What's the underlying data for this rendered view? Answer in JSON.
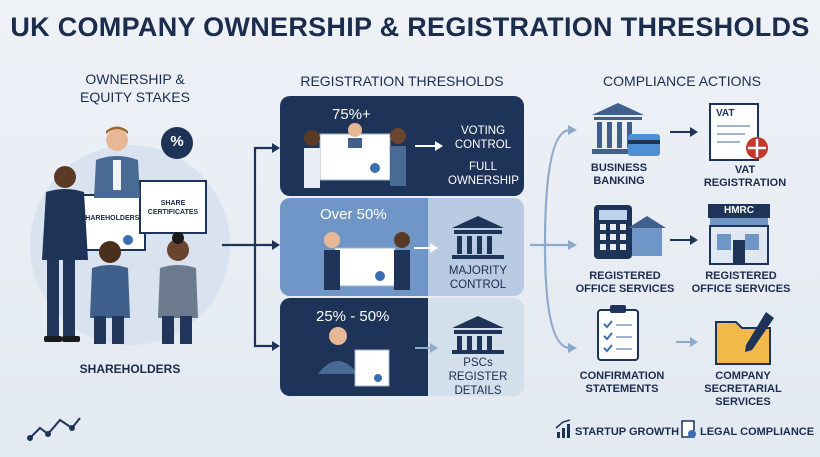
{
  "title": "UK COMPANY OWNERSHIP & REGISTRATION THRESHOLDS",
  "columns": {
    "ownership": [
      "OWNERSHIP &",
      "EQUITY STAKES"
    ],
    "thresholds": "REGISTRATION THRESHOLDS",
    "compliance": "COMPLIANCE ACTIONS"
  },
  "ownership": {
    "percent_badge": "%",
    "board1": "SHAREHOLDERS",
    "board2": [
      "SHARE",
      "CERTIFICATES"
    ],
    "caption": "SHAREHOLDERS"
  },
  "thresholds": [
    {
      "percent": "75%+",
      "outcomes": [
        [
          "VOTING",
          "CONTROL"
        ],
        [
          "FULL",
          "OWNERSHIP"
        ]
      ]
    },
    {
      "percent": "Over 50%",
      "outcomes": [
        [
          "MAJORITY",
          "CONTROL"
        ]
      ]
    },
    {
      "percent": "25% - 50%",
      "outcomes": [
        [
          "PSCs",
          "REGISTER",
          "DETAILS"
        ]
      ]
    }
  ],
  "compliance": [
    {
      "label": [
        "BUSINESS",
        "BANKING"
      ],
      "icon": "bank-card-icon"
    },
    {
      "label": [
        "VAT",
        "REGISTRATION"
      ],
      "icon": "vat-document-icon",
      "doc_text": "VAT"
    },
    {
      "label": [
        "REGISTERED",
        "OFFICE SERVICES"
      ],
      "icon": "calculator-icon"
    },
    {
      "label": [
        "REGISTERED",
        "OFFICE SERVICES"
      ],
      "icon": "hmrc-building-icon",
      "sign_text": "HMRC"
    },
    {
      "label": [
        "CONFIRMATION",
        "STATEMENTS"
      ],
      "icon": "clipboard-icon"
    },
    {
      "label": [
        "COMPANY SECRETARIAL",
        "SERVICES"
      ],
      "icon": "folder-pen-icon"
    }
  ],
  "footer": {
    "growth": "STARTUP GROWTH",
    "legal": "LEGAL COMPLIANCE"
  },
  "colors": {
    "navy": "#1d3358",
    "mid_blue": "#6f96c6",
    "light_blue": "#b9cbe2",
    "arrow": "#8fa9c9",
    "red": "#c0392b"
  }
}
